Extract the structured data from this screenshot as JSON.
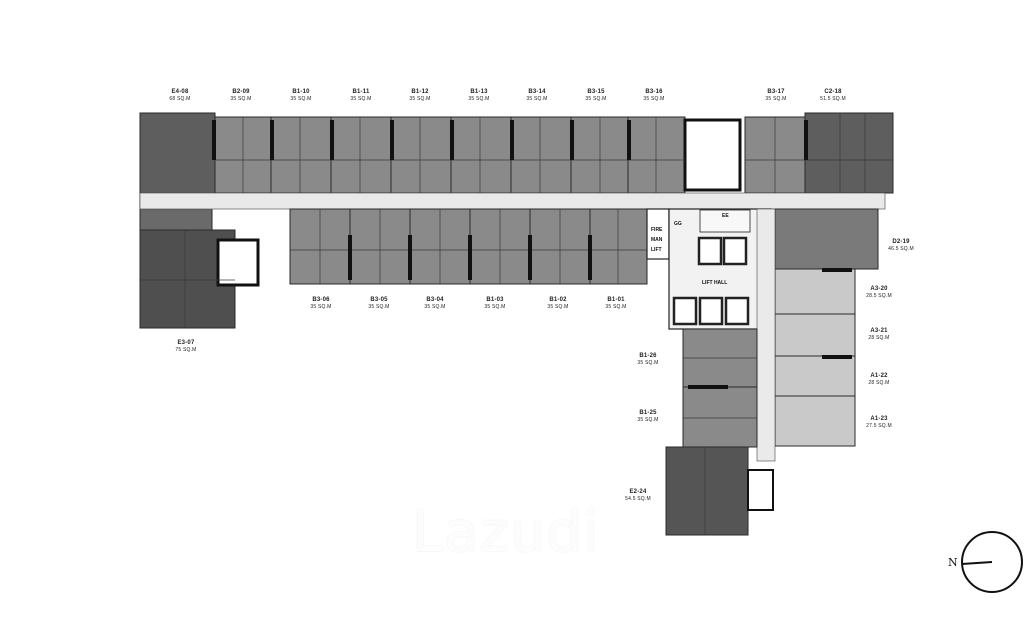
{
  "plan": {
    "units_top": [
      {
        "code": "E4-08",
        "area": "68 SQ.M"
      },
      {
        "code": "B2-09",
        "area": "35 SQ.M"
      },
      {
        "code": "B1-10",
        "area": "35 SQ.M"
      },
      {
        "code": "B1-11",
        "area": "35 SQ.M"
      },
      {
        "code": "B1-12",
        "area": "35 SQ.M"
      },
      {
        "code": "B1-13",
        "area": "35 SQ.M"
      },
      {
        "code": "B3-14",
        "area": "35 SQ.M"
      },
      {
        "code": "B3-15",
        "area": "35 SQ.M"
      },
      {
        "code": "B3-16",
        "area": "35 SQ.M"
      },
      {
        "code": "B3-17",
        "area": "35 SQ.M"
      },
      {
        "code": "C2-18",
        "area": "51.5 SQ.M"
      }
    ],
    "units_bottom": [
      {
        "code": "B3-06",
        "area": "35 SQ.M"
      },
      {
        "code": "B3-05",
        "area": "35 SQ.M"
      },
      {
        "code": "B3-04",
        "area": "35 SQ.M"
      },
      {
        "code": "B1-03",
        "area": "35 SQ.M"
      },
      {
        "code": "B1-02",
        "area": "35 SQ.M"
      },
      {
        "code": "B1-01",
        "area": "35 SQ.M"
      }
    ],
    "unit_e307": {
      "code": "E3-07",
      "area": "75 SQ.M"
    },
    "units_right": [
      {
        "code": "D2-19",
        "area": "46.5 SQ.M"
      },
      {
        "code": "A3-20",
        "area": "28.5 SQ.M"
      },
      {
        "code": "A3-21",
        "area": "28 SQ.M"
      },
      {
        "code": "A1-22",
        "area": "28 SQ.M"
      },
      {
        "code": "A1-23",
        "area": "27.5 SQ.M"
      }
    ],
    "units_wing": [
      {
        "code": "B1-26",
        "area": "35 SQ.M"
      },
      {
        "code": "B1-25",
        "area": "35 SQ.M"
      },
      {
        "code": "E2-24",
        "area": "54.5 SQ.M"
      }
    ],
    "room_tags": {
      "fire": "FIRE",
      "man": "MAN",
      "lift": "LIFT",
      "lift_hall": "LIFT HALL",
      "gg": "GG",
      "ee": "EE"
    },
    "watermark": "Lazudi",
    "compass_letter": "N"
  }
}
